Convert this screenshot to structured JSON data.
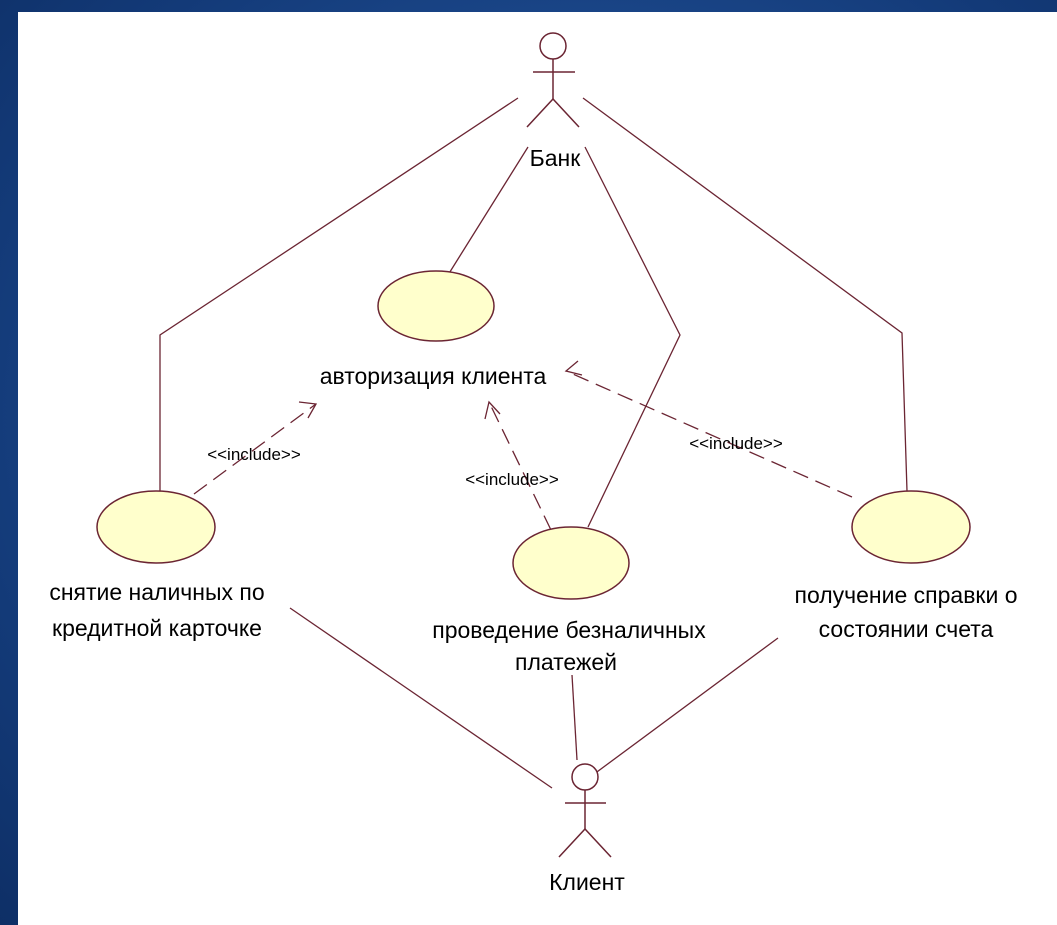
{
  "actors": {
    "bank": "Банк",
    "client": "Клиент"
  },
  "use_cases": {
    "auth": "авторизация клиента",
    "cash_line1": "снятие наличных по",
    "cash_line2": "кредитной карточке",
    "payments_line1": "проведение безналичных",
    "payments_line2": "платежей",
    "statement_line1": "получение справки о",
    "statement_line2": "состоянии счета"
  },
  "relations": {
    "include_left": "<<include>>",
    "include_middle": "<<include>>",
    "include_right": "<<include>>"
  },
  "colors": {
    "use_case_fill": "#ffffcc",
    "line": "#6b2533",
    "background": "#1d4a8e"
  }
}
